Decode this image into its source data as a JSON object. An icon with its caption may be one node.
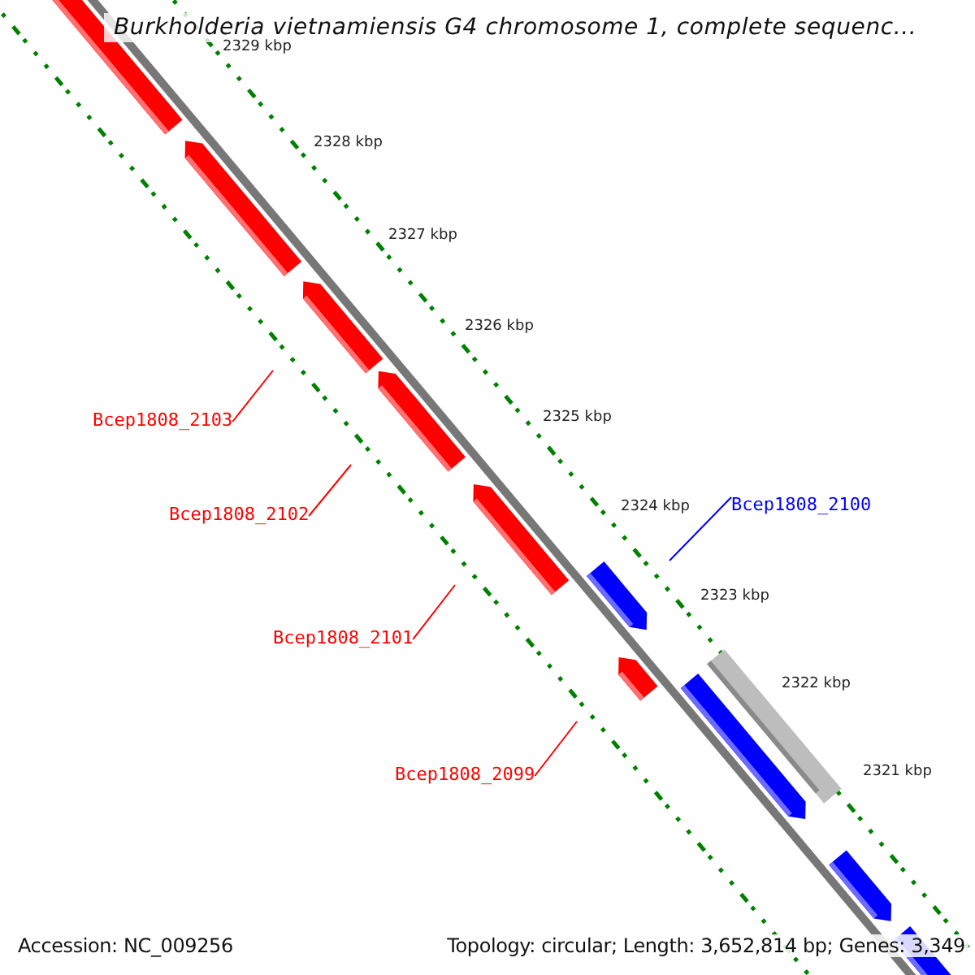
{
  "diagram": {
    "title": "Burkholderia vietnamiensis G4 chromosome 1, complete sequenc...",
    "nodes": [
      {
        "text": [
          "Bcep1808_2103"
        ]
      },
      {
        "text": [
          "Bcep1808_2102"
        ]
      },
      {
        "text": [
          "Bcep1808_2101"
        ]
      },
      {
        "text": [
          "Bcep1808_2099"
        ]
      },
      {
        "text": [
          "Bcep1808_2100"
        ]
      }
    ],
    "edges": [
      {
        "from": 0,
        "to": null,
        "arrow": "none"
      },
      {
        "from": 1,
        "to": null,
        "arrow": "none"
      },
      {
        "from": 2,
        "to": null,
        "arrow": "none"
      },
      {
        "from": 3,
        "to": null,
        "arrow": "none"
      },
      {
        "from": 4,
        "to": null,
        "arrow": "none",
        "color": "#0000ff"
      }
    ],
    "labels": [
      "2329 kbp",
      "2328 kbp",
      "2327 kbp",
      "2326 kbp",
      "2325 kbp",
      "2324 kbp",
      "2323 kbp",
      "2322 kbp",
      "2321 kbp",
      "Accession: NC_009256",
      "Topology: circular; Length: 3,652,814 bp; Genes: 3,349"
    ]
  }
}
